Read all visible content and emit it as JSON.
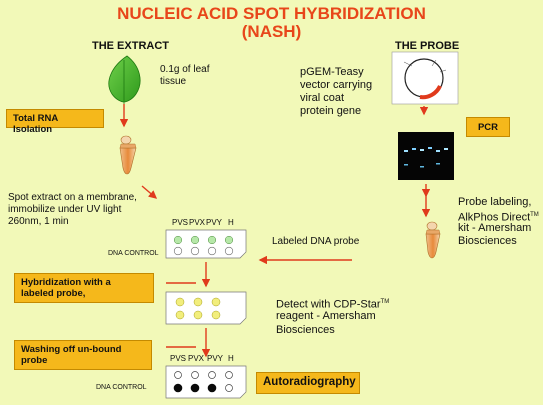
{
  "title_line1": "NUCLEIC ACID SPOT HYBRIDIZATION",
  "title_line2": "(NASH)",
  "extract_heading": "THE EXTRACT",
  "probe_heading": "THE PROBE",
  "leaf_text_1": "0.1g of leaf",
  "leaf_text_2": "tissue",
  "vector_text_1": "pGEM-Teasy",
  "vector_text_2": "vector carrying",
  "vector_text_3": "viral coat",
  "vector_text_4": "protein gene",
  "box_total_rna": "Total RNA Isolation",
  "box_pcr": "PCR",
  "spot_text_1": "Spot extract on a membrane,",
  "spot_text_2": "immobilize under UV light",
  "spot_text_3": "260nm, 1 min",
  "membrane_labels": [
    "PVS",
    "PVX",
    "PVY",
    "H"
  ],
  "dna_control": "DNA CONTROL",
  "probe_label_1": "Probe labeling,",
  "probe_label_2": "AlkPhos Direct",
  "probe_label_tm": "TM",
  "probe_label_3": "kit - Amersham",
  "probe_label_4": "Biosciences",
  "labeled_dna_probe": "Labeled DNA probe",
  "box_hybridization_1": "Hybridization with a",
  "box_hybridization_2": "labeled probe,",
  "detect_text_1": "Detect with CDP-Star",
  "detect_text_tm": "TM",
  "detect_text_2": "reagent - Amersham",
  "detect_text_3": "Biosciences",
  "box_washing_1": "Washing off un-bound",
  "box_washing_2": "probe",
  "membrane3_labels": [
    "PVS",
    "PVX",
    "PVY",
    "H"
  ],
  "dna_control_2": "DNA CONTROL",
  "box_autoradiography": "Autoradiography",
  "colors": {
    "title": "#e8461a",
    "box": "#f5b81b",
    "background": "#f2f9b8",
    "arrow": "#e03a1c"
  }
}
